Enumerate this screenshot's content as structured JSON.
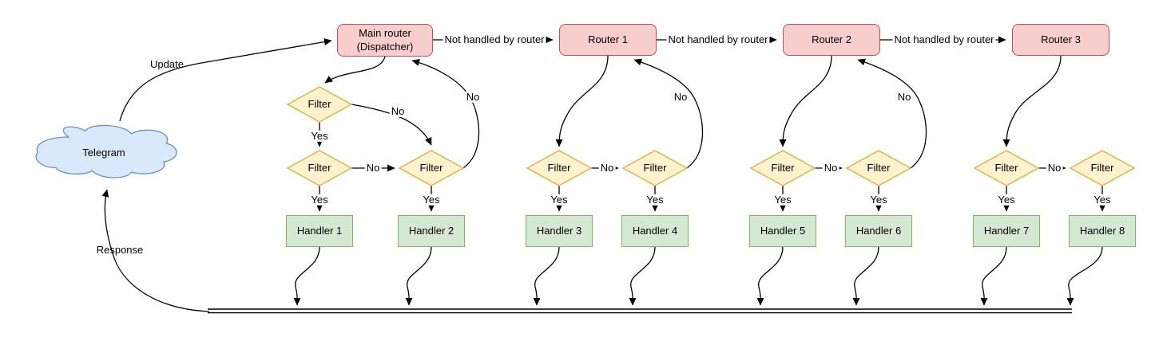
{
  "diagram": {
    "source": {
      "label": "Telegram"
    },
    "dispatcher": {
      "line1": "Main router",
      "line2": "(Dispatcher)"
    },
    "routers": [
      {
        "label": "Router 1"
      },
      {
        "label": "Router 2"
      },
      {
        "label": "Router 3"
      }
    ],
    "filter_label": "Filter",
    "handlers": [
      {
        "label": "Handler 1"
      },
      {
        "label": "Handler 2"
      },
      {
        "label": "Handler 3"
      },
      {
        "label": "Handler 4"
      },
      {
        "label": "Handler 5"
      },
      {
        "label": "Handler 6"
      },
      {
        "label": "Handler 7"
      },
      {
        "label": "Handler 8"
      }
    ],
    "edge_labels": {
      "update": "Update",
      "response": "Response",
      "not_handled": "Not handled by router",
      "yes": "Yes",
      "no": "No"
    },
    "colors": {
      "router_fill": "#f8cecc",
      "router_stroke": "#b85450",
      "filter_fill": "#fff2cc",
      "filter_stroke": "#d6b656",
      "handler_fill": "#d5e8d4",
      "handler_stroke": "#82b366",
      "cloud_fill": "#dae8fc",
      "cloud_stroke": "#6c8ebf",
      "edge": "#000000"
    }
  }
}
